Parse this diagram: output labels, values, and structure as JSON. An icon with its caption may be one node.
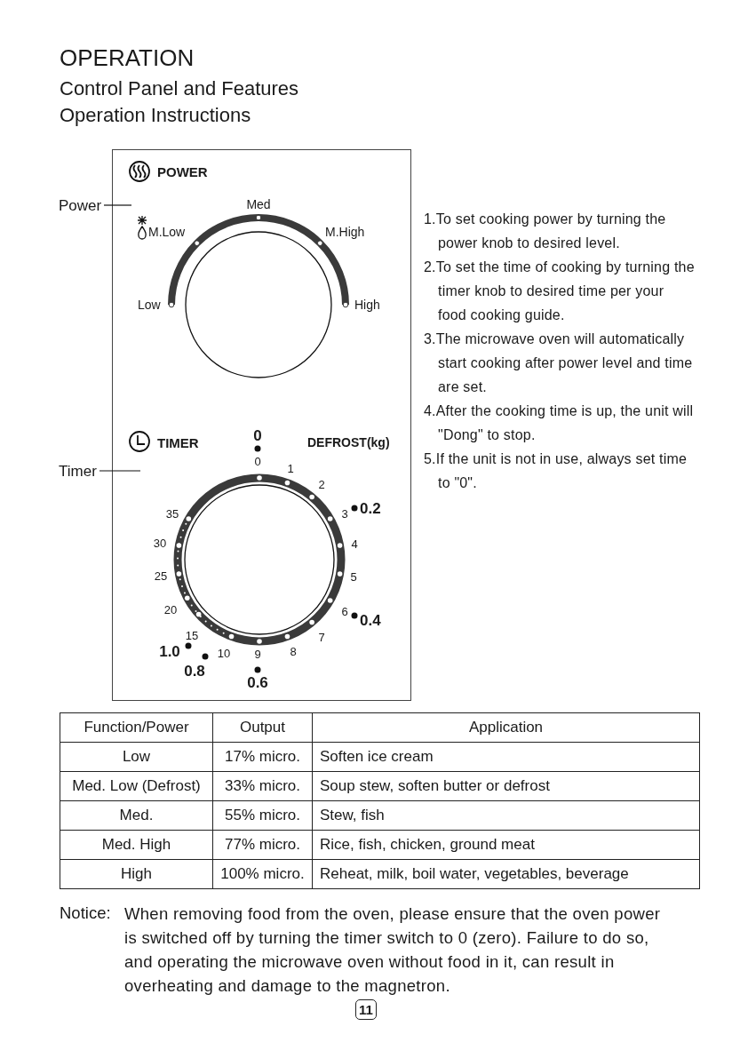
{
  "diagram": {
    "title": "OPERATION",
    "nodes": [
      {
        "text": [
          "Power"
        ]
      },
      {
        "text": [
          "Timer"
        ]
      }
    ],
    "edges": [
      {
        "from": 0,
        "to": null,
        "arrow": "none"
      },
      {
        "from": 1,
        "to": null,
        "arrow": "none"
      }
    ],
    "labels": [
      "Control Panel and Features",
      "Operation Instructions",
      "POWER",
      "Med",
      "M.Low",
      "M.High",
      "Low",
      "High",
      "TIMER",
      "0",
      "DEFROST(kg)",
      "0",
      "1",
      "2",
      "3",
      "0.2",
      "35",
      "30",
      "4",
      "25",
      "5",
      "20",
      "6",
      "0.4",
      "15",
      "7",
      "1.0",
      "10",
      "9",
      "8",
      "0.8",
      "0.6",
      "1.To set cooking power by turning the power knob to desired level.",
      "2.To set the time of cooking by turning the timer knob to desired time per your food cooking guide.",
      "3.The microwave oven will automatically start cooking after power level and time are set.",
      "4.After the cooking time is up, the unit will \"Dong\" to stop.",
      "5.If the unit is not in use, always set time to \"0\".",
      "Function/Power",
      "Output",
      "Application",
      "Low",
      "17% micro.",
      "Soften ice cream",
      "Med. Low (Defrost)",
      "33% micro.",
      "Soup stew, soften butter or defrost",
      "Med.",
      "55% micro.",
      "Stew, fish",
      "Med. High",
      "77% micro.",
      "Rice, fish, chicken, ground meat",
      "High",
      "100% micro.",
      "Reheat, milk, boil water, vegetables, beverage",
      "Notice:",
      "When removing food from the oven, please ensure that the oven power is switched off by turning the timer switch to 0 (zero). Failure to do so, and operating the microwave oven without food in it, can result in overheating and damage to the magnetron.",
      "11"
    ]
  }
}
